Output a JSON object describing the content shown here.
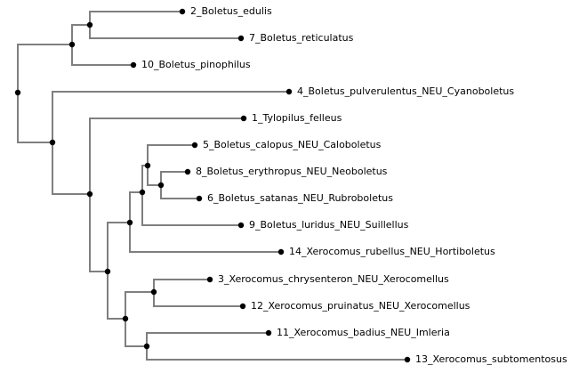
{
  "tree": {
    "leaves": [
      {
        "id": "L2",
        "label": "2_Boletus_edulis"
      },
      {
        "id": "L7",
        "label": "7_Boletus_reticulatus"
      },
      {
        "id": "L10",
        "label": "10_Boletus_pinophilus"
      },
      {
        "id": "L4",
        "label": "4_Boletus_pulverulentus_NEU_Cyanoboletus"
      },
      {
        "id": "L1",
        "label": "1_Tylopilus_felleus"
      },
      {
        "id": "L5",
        "label": "5_Boletus_calopus_NEU_Caloboletus"
      },
      {
        "id": "L8",
        "label": "8_Boletus_erythropus_NEU_Neoboletus"
      },
      {
        "id": "L6",
        "label": "6_Boletus_satanas_NEU_Rubroboletus"
      },
      {
        "id": "L9",
        "label": "9_Boletus_luridus_NEU_Suillellus"
      },
      {
        "id": "L14",
        "label": "14_Xerocomus_rubellus_NEU_Hortiboletus"
      },
      {
        "id": "L3",
        "label": "3_Xerocomus_chrysenteron_NEU_Xerocomellus"
      },
      {
        "id": "L12",
        "label": "12_Xerocomus_pruinatus_NEU_Xerocomellus"
      },
      {
        "id": "L11",
        "label": "11_Xerocomus_badius_NEU_Imleria"
      },
      {
        "id": "L13",
        "label": "13_Xerocomus_subtomentosus"
      }
    ],
    "colors": {
      "branch": "#7f7f7f",
      "node": "#000000",
      "text": "#000000"
    }
  }
}
